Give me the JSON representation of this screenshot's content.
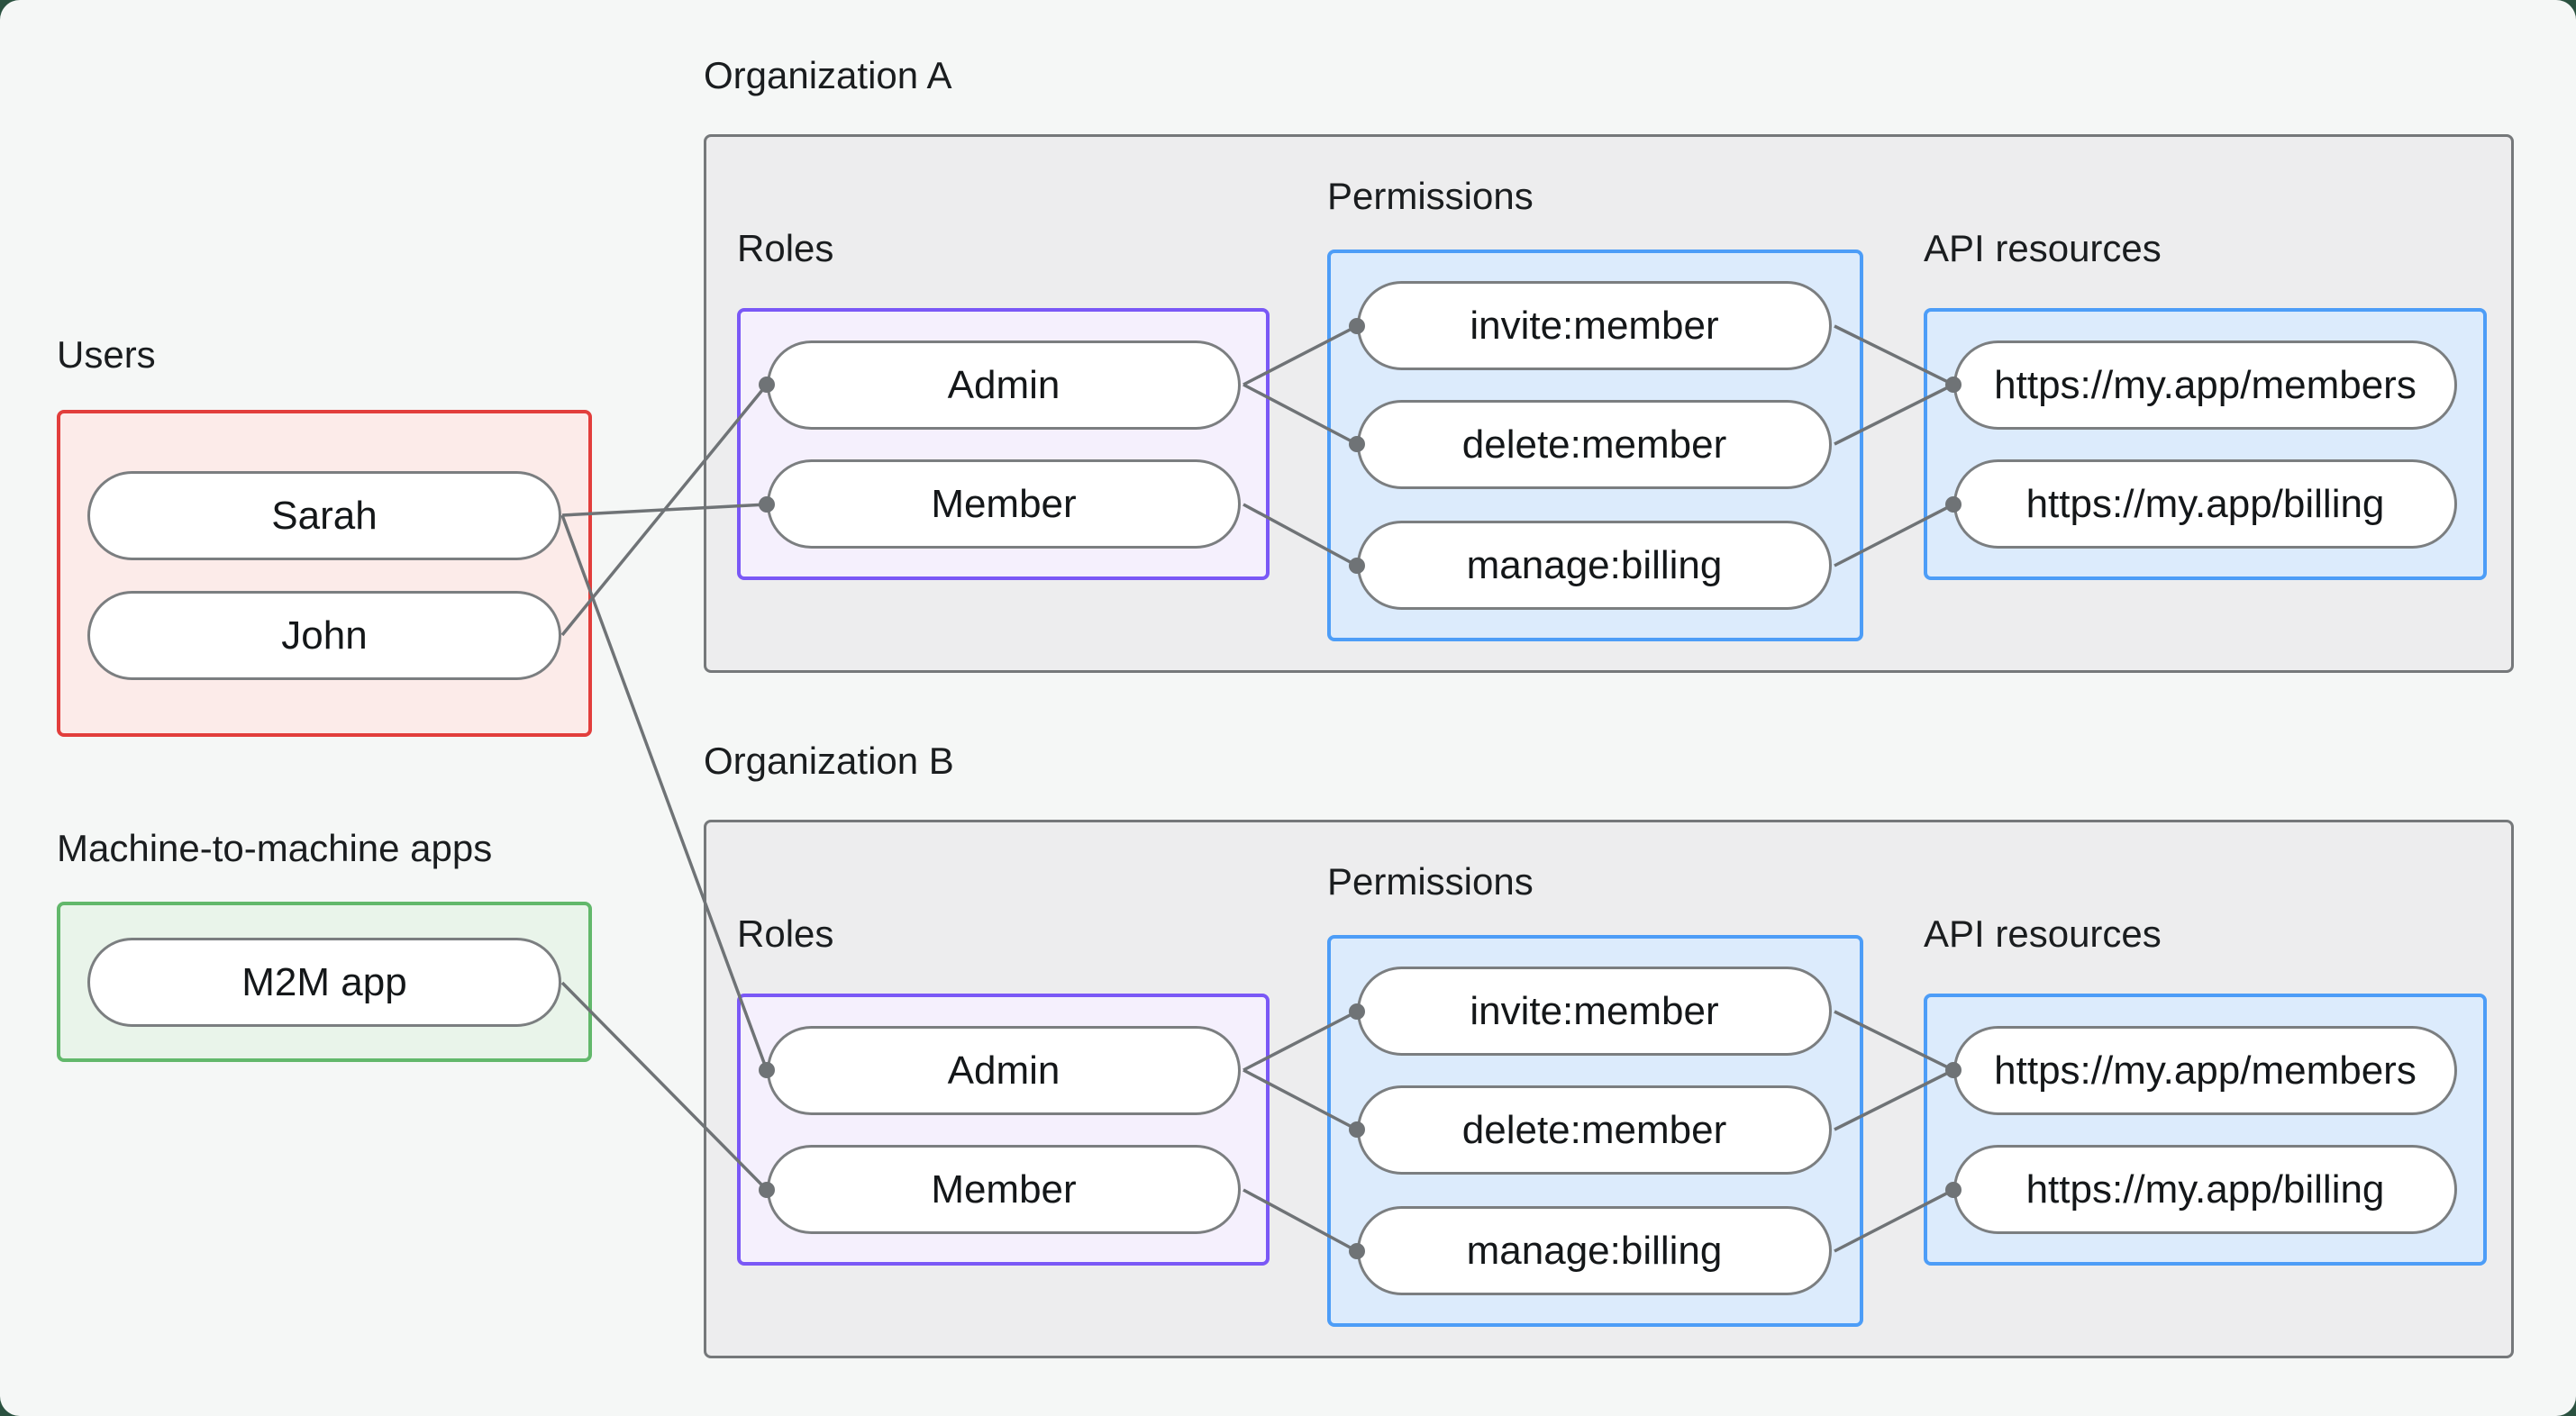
{
  "palette": {
    "canvas_background": "#f5f7f6",
    "outer_background": "#2b5240",
    "org_box_fill": "#ededee",
    "org_box_border": "#75787a",
    "users_fill": "#fcebe9",
    "users_border": "#e23e3c",
    "m2m_fill": "#e9f4ea",
    "m2m_border": "#62b86b",
    "roles_fill": "#f5f0fd",
    "roles_border": "#7a58f6",
    "blue_fill": "#dcebfc",
    "blue_border": "#4d9df7",
    "node_fill": "#ffffff",
    "node_border": "#7b7e80",
    "connector": "#6f7376",
    "text": "#1a1d1f"
  },
  "users": {
    "label": "Users",
    "items": [
      "Sarah",
      "John"
    ]
  },
  "m2m": {
    "label": "Machine-to-machine apps",
    "items": [
      "M2M app"
    ]
  },
  "orgs": [
    {
      "label": "Organization A",
      "roles": {
        "label": "Roles",
        "items": [
          "Admin",
          "Member"
        ]
      },
      "permissions": {
        "label": "Permissions",
        "items": [
          "invite:member",
          "delete:member",
          "manage:billing"
        ]
      },
      "api_resources": {
        "label": "API resources",
        "items": [
          "https://my.app/members",
          "https://my.app/billing"
        ]
      }
    },
    {
      "label": "Organization B",
      "roles": {
        "label": "Roles",
        "items": [
          "Admin",
          "Member"
        ]
      },
      "permissions": {
        "label": "Permissions",
        "items": [
          "invite:member",
          "delete:member",
          "manage:billing"
        ]
      },
      "api_resources": {
        "label": "API resources",
        "items": [
          "https://my.app/members",
          "https://my.app/billing"
        ]
      }
    }
  ],
  "connections": [
    {
      "from": "Sarah",
      "to": "Organization A / Member"
    },
    {
      "from": "John",
      "to": "Organization A / Admin"
    },
    {
      "from": "Sarah",
      "to": "Organization B / Admin"
    },
    {
      "from": "M2M app",
      "to": "Organization B / Member"
    },
    {
      "from": "Organization A / Admin",
      "to": "Organization A / invite:member"
    },
    {
      "from": "Organization A / Admin",
      "to": "Organization A / delete:member"
    },
    {
      "from": "Organization A / Member",
      "to": "Organization A / manage:billing"
    },
    {
      "from": "Organization A / invite:member",
      "to": "Organization A / https://my.app/members"
    },
    {
      "from": "Organization A / delete:member",
      "to": "Organization A / https://my.app/members"
    },
    {
      "from": "Organization A / manage:billing",
      "to": "Organization A / https://my.app/billing"
    },
    {
      "from": "Organization B / Admin",
      "to": "Organization B / invite:member"
    },
    {
      "from": "Organization B / Admin",
      "to": "Organization B / delete:member"
    },
    {
      "from": "Organization B / Member",
      "to": "Organization B / manage:billing"
    },
    {
      "from": "Organization B / invite:member",
      "to": "Organization B / https://my.app/members"
    },
    {
      "from": "Organization B / delete:member",
      "to": "Organization B / https://my.app/members"
    },
    {
      "from": "Organization B / manage:billing",
      "to": "Organization B / https://my.app/billing"
    }
  ]
}
